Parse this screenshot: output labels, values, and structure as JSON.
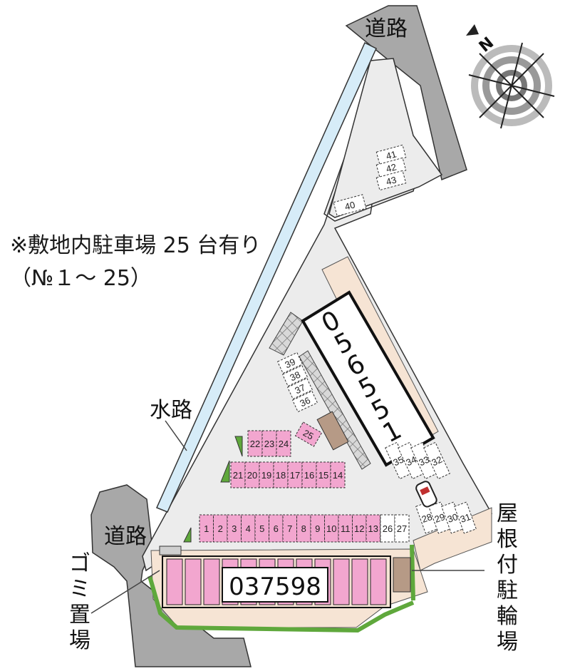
{
  "labels": {
    "road_top": "道路",
    "road_left": "道路",
    "waterway": "水路",
    "garbage": [
      "ゴ",
      "ミ",
      "置",
      "場"
    ],
    "bicycle": [
      "屋",
      "根",
      "付",
      "駐",
      "輪",
      "場"
    ],
    "compass": "N"
  },
  "note": {
    "line1": "※敷地内駐車場 25 台有り",
    "line2": "（№１～ 25）"
  },
  "buildings": {
    "main_id": "037598",
    "upper_id": [
      "0",
      "5",
      "6",
      "5",
      "5",
      "1"
    ]
  },
  "parking": {
    "lower_row": [
      "1",
      "2",
      "3",
      "4",
      "5",
      "6",
      "7",
      "8",
      "9",
      "10",
      "11",
      "12",
      "13"
    ],
    "lower_extra": [
      "26",
      "27"
    ],
    "mid_row": [
      "21",
      "20",
      "19",
      "18",
      "17",
      "16",
      "15",
      "14"
    ],
    "mid_top": [
      "22",
      "23",
      "24"
    ],
    "single": "25",
    "right_group": [
      "28",
      "29",
      "30",
      "31"
    ],
    "right_row": [
      "35",
      "34",
      "33",
      "32"
    ],
    "left_stack": [
      "39",
      "38",
      "37",
      "36"
    ],
    "top_stack": [
      "41",
      "42",
      "43"
    ],
    "top_single": "40"
  },
  "colors": {
    "rented": "#f2a6cf",
    "free": "#ffffff",
    "site": "#ececec",
    "road": "#a8a8a8",
    "water": "#d6ecf8",
    "sand": "#f6e4d4",
    "green": "#5fa83c"
  }
}
